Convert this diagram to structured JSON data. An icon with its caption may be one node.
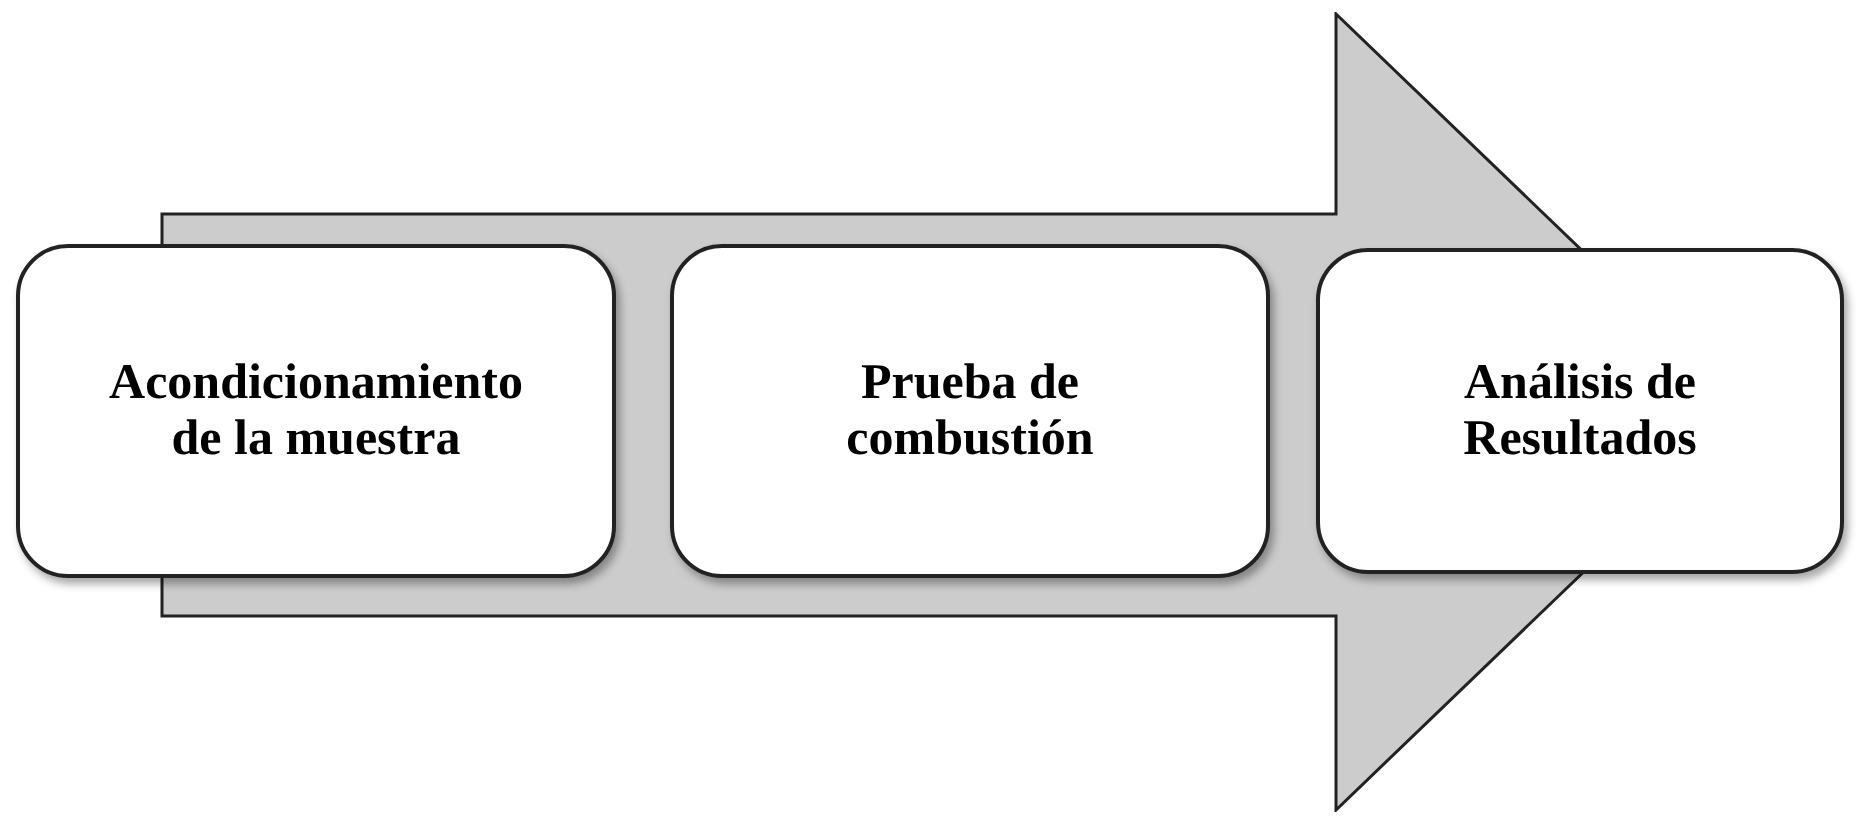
{
  "diagram": {
    "nodes": [
      {
        "text": [],
        "shape": "arrow"
      },
      {
        "text": [
          "Acondicionamiento de la muestra"
        ]
      },
      {
        "text": [
          "Prueba de combustión"
        ],
        "in": 0
      },
      {
        "text": [
          "Análisis de Resultados"
        ]
      }
    ]
  }
}
